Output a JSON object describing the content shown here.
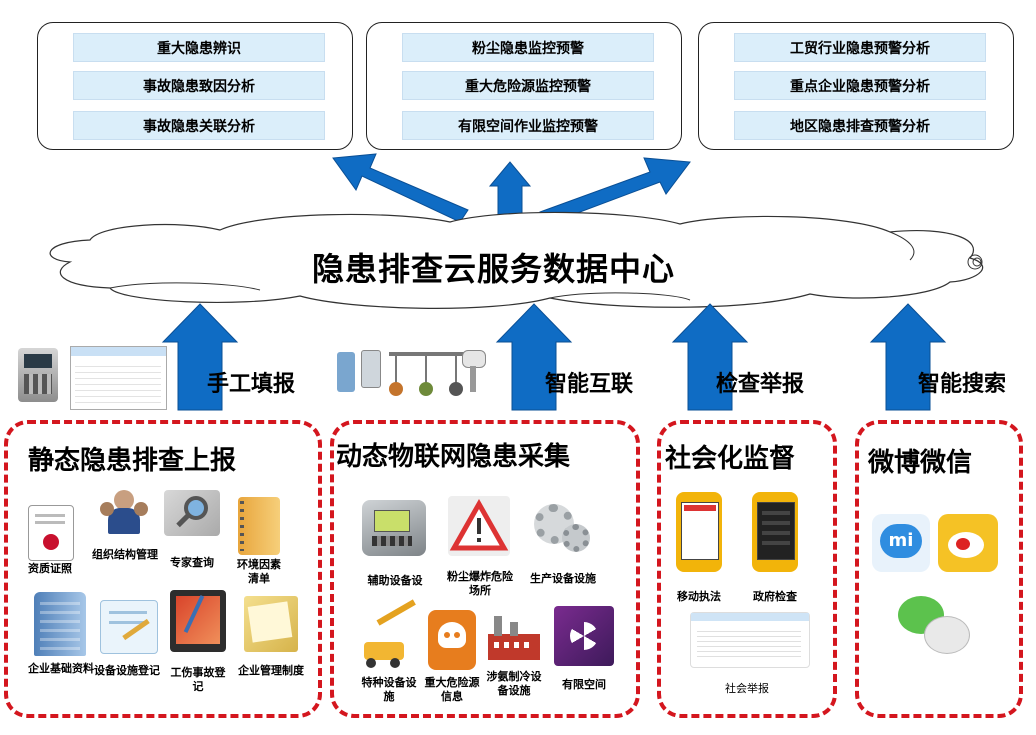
{
  "top_boxes": [
    {
      "items": [
        "重大隐患辨识",
        "事故隐患致因分析",
        "事故隐患关联分析"
      ]
    },
    {
      "items": [
        "粉尘隐患监控预警",
        "重大危险源监控预警",
        "有限空间作业监控预警"
      ]
    },
    {
      "items": [
        "工贸行业隐患预警分析",
        "重点企业隐患预警分析",
        "地区隐患排查预警分析"
      ]
    }
  ],
  "cloud": {
    "title": "隐患排查云服务数据中心"
  },
  "arrow_labels": [
    "手工填报",
    "智能互联",
    "检查举报",
    "智能搜索"
  ],
  "sections": [
    {
      "title": "静态隐患排查上报",
      "icons": [
        {
          "label": "资质证照",
          "icon": "certificate-icon"
        },
        {
          "label": "组织结构管理",
          "icon": "organization-icon"
        },
        {
          "label": "专家查询",
          "icon": "expert-search-icon"
        },
        {
          "label": "环境因素清单",
          "icon": "notebook-icon"
        },
        {
          "label": "企业基础资料",
          "icon": "building-icon"
        },
        {
          "label": "设备设施登记",
          "icon": "edit-document-icon"
        },
        {
          "label": "工伤事故登记",
          "icon": "accident-record-icon"
        },
        {
          "label": "企业管理制度",
          "icon": "folder-icon"
        }
      ]
    },
    {
      "title": "动态物联网隐患采集",
      "icons": [
        {
          "label": "辅助设备设",
          "icon": "device-icon"
        },
        {
          "label": "粉尘爆炸危险场所",
          "icon": "warning-icon"
        },
        {
          "label": "生产设备设施",
          "icon": "gears-icon"
        },
        {
          "label": "特种设备设施",
          "icon": "crane-icon"
        },
        {
          "label": "重大危险源信息",
          "icon": "skull-icon"
        },
        {
          "label": "涉氨制冷设备设施",
          "icon": "factory-icon"
        },
        {
          "label": "有限空间",
          "icon": "radiation-icon"
        }
      ]
    },
    {
      "title": "社会化监督",
      "icons": [
        {
          "label": "移动执法",
          "icon": "mobile-phone-icon"
        },
        {
          "label": "政府检查",
          "icon": "mobile-phone-icon"
        },
        {
          "label": "社会举报",
          "icon": "web-page-icon"
        }
      ]
    },
    {
      "title": "微博微信",
      "icons": [
        {
          "label": "",
          "icon": "mi-icon"
        },
        {
          "label": "",
          "icon": "weibo-icon"
        },
        {
          "label": "",
          "icon": "wechat-icon"
        }
      ]
    }
  ],
  "colors": {
    "arrow": "#0f6cc4",
    "dash_border": "#d4161e",
    "item_bg": "#dbeefa"
  }
}
